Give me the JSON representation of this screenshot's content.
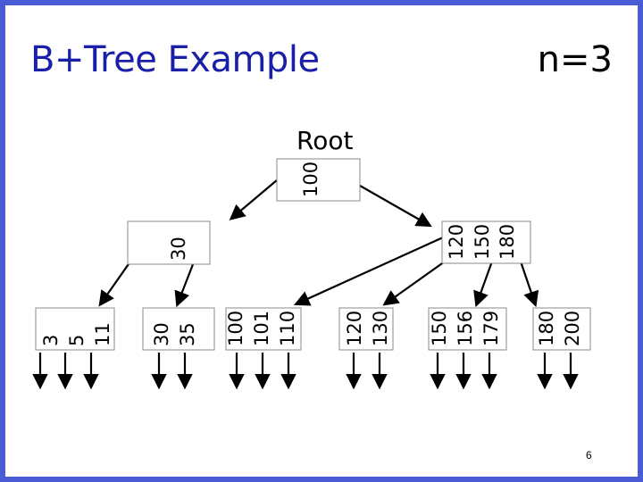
{
  "slide": {
    "title": "B+Tree Example",
    "order_label": "n=3",
    "root_label": "Root",
    "page_number": "6"
  },
  "tree": {
    "root": {
      "keys": [
        "100"
      ]
    },
    "internal": [
      {
        "keys": [
          "30"
        ]
      },
      {
        "keys": [
          "120",
          "150",
          "180"
        ]
      }
    ],
    "leaves": [
      {
        "keys": [
          "3",
          "5",
          "11"
        ]
      },
      {
        "keys": [
          "30",
          "35"
        ]
      },
      {
        "keys": [
          "100",
          "101",
          "110"
        ]
      },
      {
        "keys": [
          "120",
          "130"
        ]
      },
      {
        "keys": [
          "150",
          "156",
          "179"
        ]
      },
      {
        "keys": [
          "180",
          "200"
        ]
      }
    ]
  },
  "colors": {
    "title": "#1a1fa8",
    "frame": "#4a5bd4",
    "node_border": "#888888"
  }
}
